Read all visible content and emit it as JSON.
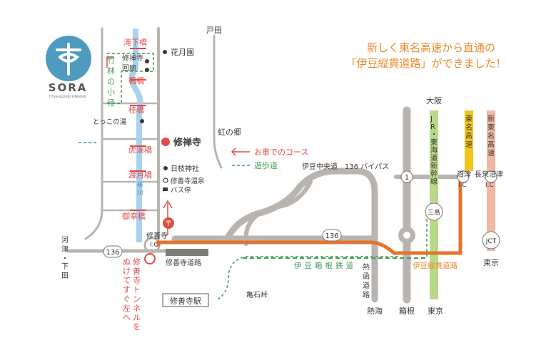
{
  "headline": {
    "line1": "新しく東名高速から直通の",
    "line2": "「伊豆縦貫道路」ができました！"
  },
  "logo": {
    "name": "SORA",
    "sub": "TOSSHUZENJI KINMOKU"
  },
  "legend": {
    "car": "お車でのコース",
    "walk": "遊歩道"
  },
  "labels": {
    "toda": "戸田",
    "kagetsuen": "花月園",
    "shuzenji_kairo": [
      "修禅寺",
      "回廊"
    ],
    "takishita": "滝下橋",
    "kaede": "楓橋",
    "katsura": "桂橋",
    "tokko": "とっこの湯",
    "chikurin": [
      "竹",
      "林",
      "の",
      "小",
      "径"
    ],
    "shuzenji": "修禅寺",
    "niji": "虹の郷",
    "torakei": "虎渓橋",
    "togetsu": "渡月橋",
    "hie": "日枝神社",
    "onsen_bus": [
      "修善寺温泉",
      "バス停"
    ],
    "katsuragawa": [
      "桂",
      "川"
    ],
    "gokou": "御幸橋",
    "ic": [
      "修善寺",
      "I.C"
    ],
    "kawazu": [
      "河",
      "津",
      "・",
      "下",
      "田"
    ],
    "shuzenji_road": "修善寺道路",
    "tunnel": [
      "修",
      "善",
      "寺",
      "ト",
      "ン",
      "ネ",
      "ル",
      "を",
      "ぬ",
      "け",
      "て",
      "す",
      "ぐ",
      "左",
      "へ"
    ],
    "station": "修善寺駅",
    "kameishi": "亀石峠",
    "izu_chuo": "伊豆中央道",
    "bypass": "136 バイパス",
    "atami_road": [
      "熱",
      "函",
      "道",
      "路"
    ],
    "izu_hakone": "伊豆箱根鉄道",
    "atami": "熱海",
    "hakone": "箱根",
    "tokyo_shin": "東京",
    "osaka": "大阪",
    "shinkansen": [
      "J",
      "R",
      "・",
      "東",
      "海",
      "道",
      "新",
      "幹",
      "線"
    ],
    "mishima": "三島",
    "tomei": [
      "東",
      "名",
      "高",
      "速"
    ],
    "shin_tomei": [
      "新",
      "東",
      "名",
      "高",
      "速"
    ],
    "numazu_ic": [
      "沼津",
      "I.C"
    ],
    "nagaizumi_ic": [
      "長泉沼津",
      "I.C"
    ],
    "jct": "JCT",
    "tokyo_right": "東京",
    "judan": "伊豆縦貫道路",
    "route1": "1",
    "route136a": "136",
    "route136b": "136",
    "post": "〒"
  },
  "colors": {
    "car_route": "#e2752b",
    "river": "#a9d2ee",
    "road": "#b9b4b0",
    "walk": "#3f9f55",
    "shinkansen": "#b9d98a",
    "tomei": "#f3c51a",
    "shin_tomei": "#f0b7a2",
    "accent_red": "#e24a4a"
  }
}
